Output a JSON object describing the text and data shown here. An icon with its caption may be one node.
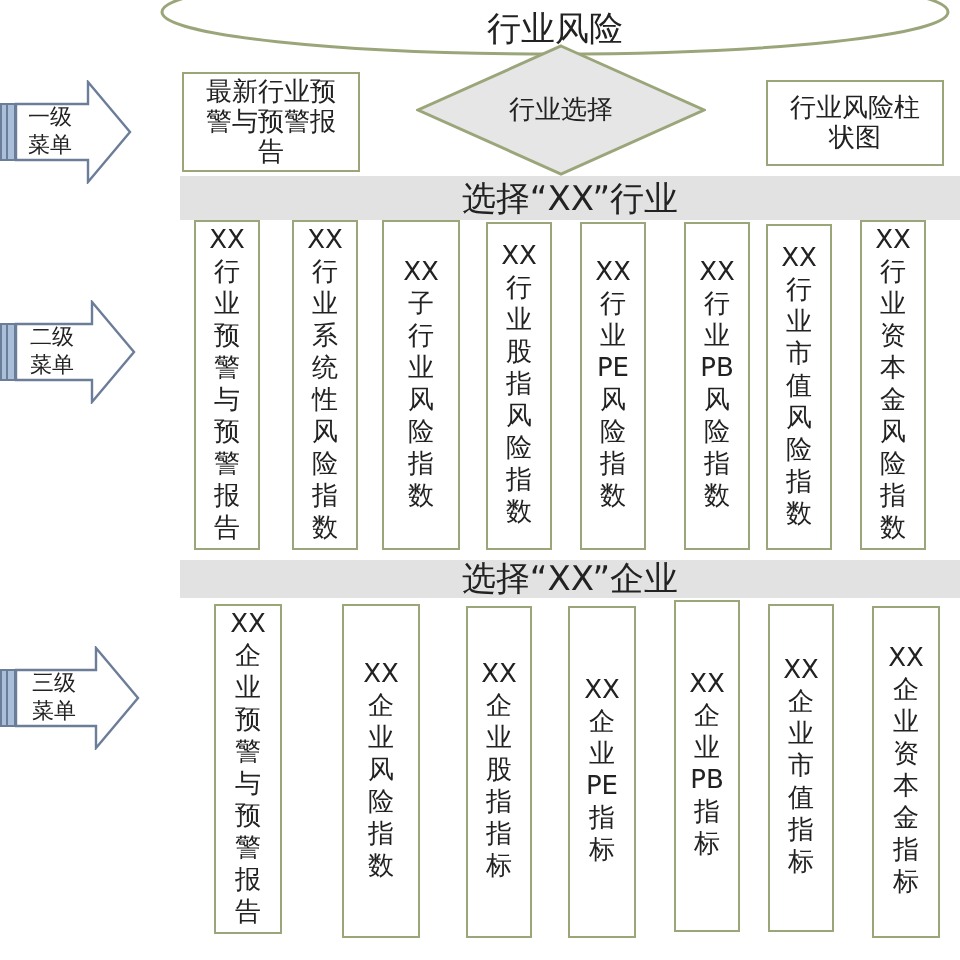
{
  "diagram": {
    "nodes": [
      {
        "text": [
          "行业风险"
        ]
      },
      {
        "text": [
          "一级菜单"
        ]
      },
      {
        "text": [
          "最新行业预警与预警报告"
        ]
      },
      {
        "text": [
          "行业选择"
        ]
      },
      {
        "text": [
          "行业风险柱状图"
        ]
      },
      {
        "text": [
          "选择“XX”行业"
        ]
      },
      {
        "text": [
          "二级菜单"
        ]
      },
      {
        "text": [
          "XX行业预警与预警报告"
        ]
      },
      {
        "text": [
          "XX行业系统性风险指数"
        ]
      },
      {
        "text": [
          "XX子行业风险指数"
        ]
      },
      {
        "text": [
          "XX行业股指风险指数"
        ]
      },
      {
        "text": [
          "XX行业PE风险指数"
        ]
      },
      {
        "text": [
          "XX行业PB风险指数"
        ]
      },
      {
        "text": [
          "XX行业市值风险指数"
        ]
      },
      {
        "text": [
          "XX行业资本金风险指数"
        ]
      },
      {
        "text": [
          "选择“XX”企业"
        ]
      },
      {
        "text": [
          "三级菜单"
        ]
      },
      {
        "text": [
          "XX企业预警与预警报告"
        ]
      },
      {
        "text": [
          "XX企业风险指数"
        ]
      },
      {
        "text": [
          "XX企业股指指标"
        ]
      },
      {
        "text": [
          "XX企业PE指标"
        ]
      },
      {
        "text": [
          "XX企业PB指标"
        ]
      },
      {
        "text": [
          "XX企业市值指标"
        ]
      },
      {
        "text": [
          "XX企业资本金指标"
        ]
      }
    ]
  }
}
